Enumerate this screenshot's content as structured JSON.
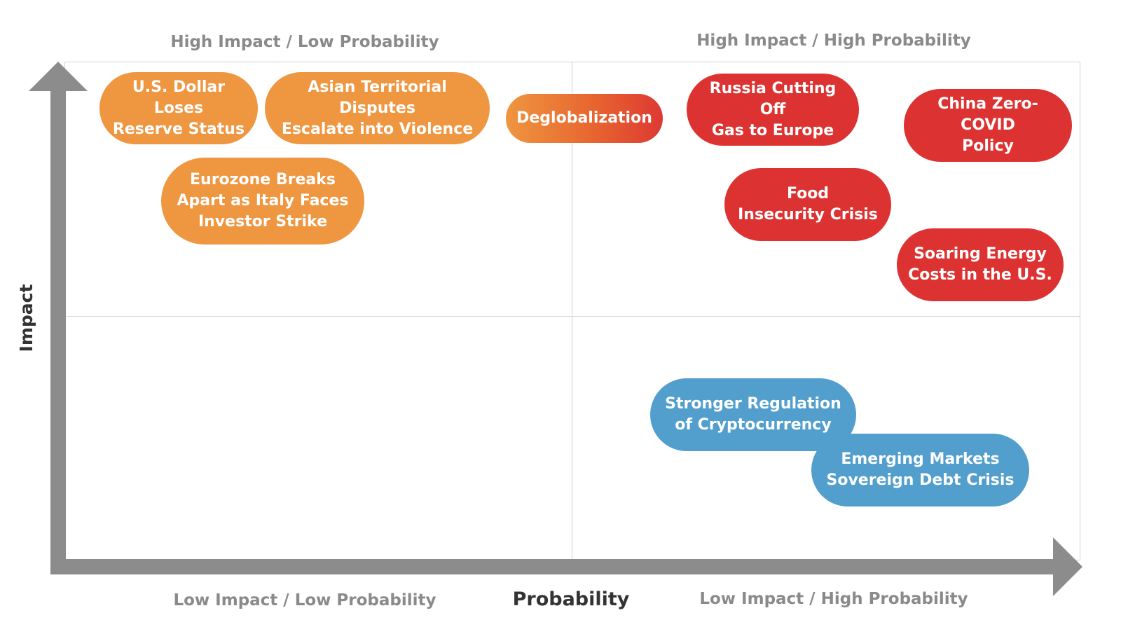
{
  "axes": {
    "x_title": "Probability",
    "y_title": "Impact"
  },
  "quadrants": {
    "top_left": "High Impact / Low Probability",
    "top_right": "High Impact / High Probability",
    "bottom_left": "Low Impact / Low Probability",
    "bottom_right": "Low Impact / High Probability"
  },
  "colors": {
    "orange": "#ef9640",
    "red": "#dc3332",
    "blue": "#529ecd",
    "axis_gray": "#8c8c8c",
    "grid_gray": "#d2d2d2"
  },
  "risks": [
    {
      "label": "U.S. Dollar Loses\nReserve Status",
      "color": "orange"
    },
    {
      "label": "Asian Territorial Disputes\nEscalate into Violence",
      "color": "orange"
    },
    {
      "label": "Deglobalization",
      "color": "orange-to-red gradient"
    },
    {
      "label": "Russia Cutting Off\nGas to Europe",
      "color": "red"
    },
    {
      "label": "China Zero-COVID\nPolicy",
      "color": "red"
    },
    {
      "label": "Eurozone Breaks\nApart as Italy Faces\nInvestor Strike",
      "color": "orange"
    },
    {
      "label": "Food\nInsecurity Crisis",
      "color": "red"
    },
    {
      "label": "Soaring Energy\nCosts in the U.S.",
      "color": "red"
    },
    {
      "label": "Stronger Regulation\nof Cryptocurrency",
      "color": "blue"
    },
    {
      "label": "Emerging Markets\nSovereign Debt Crisis",
      "color": "blue"
    }
  ]
}
